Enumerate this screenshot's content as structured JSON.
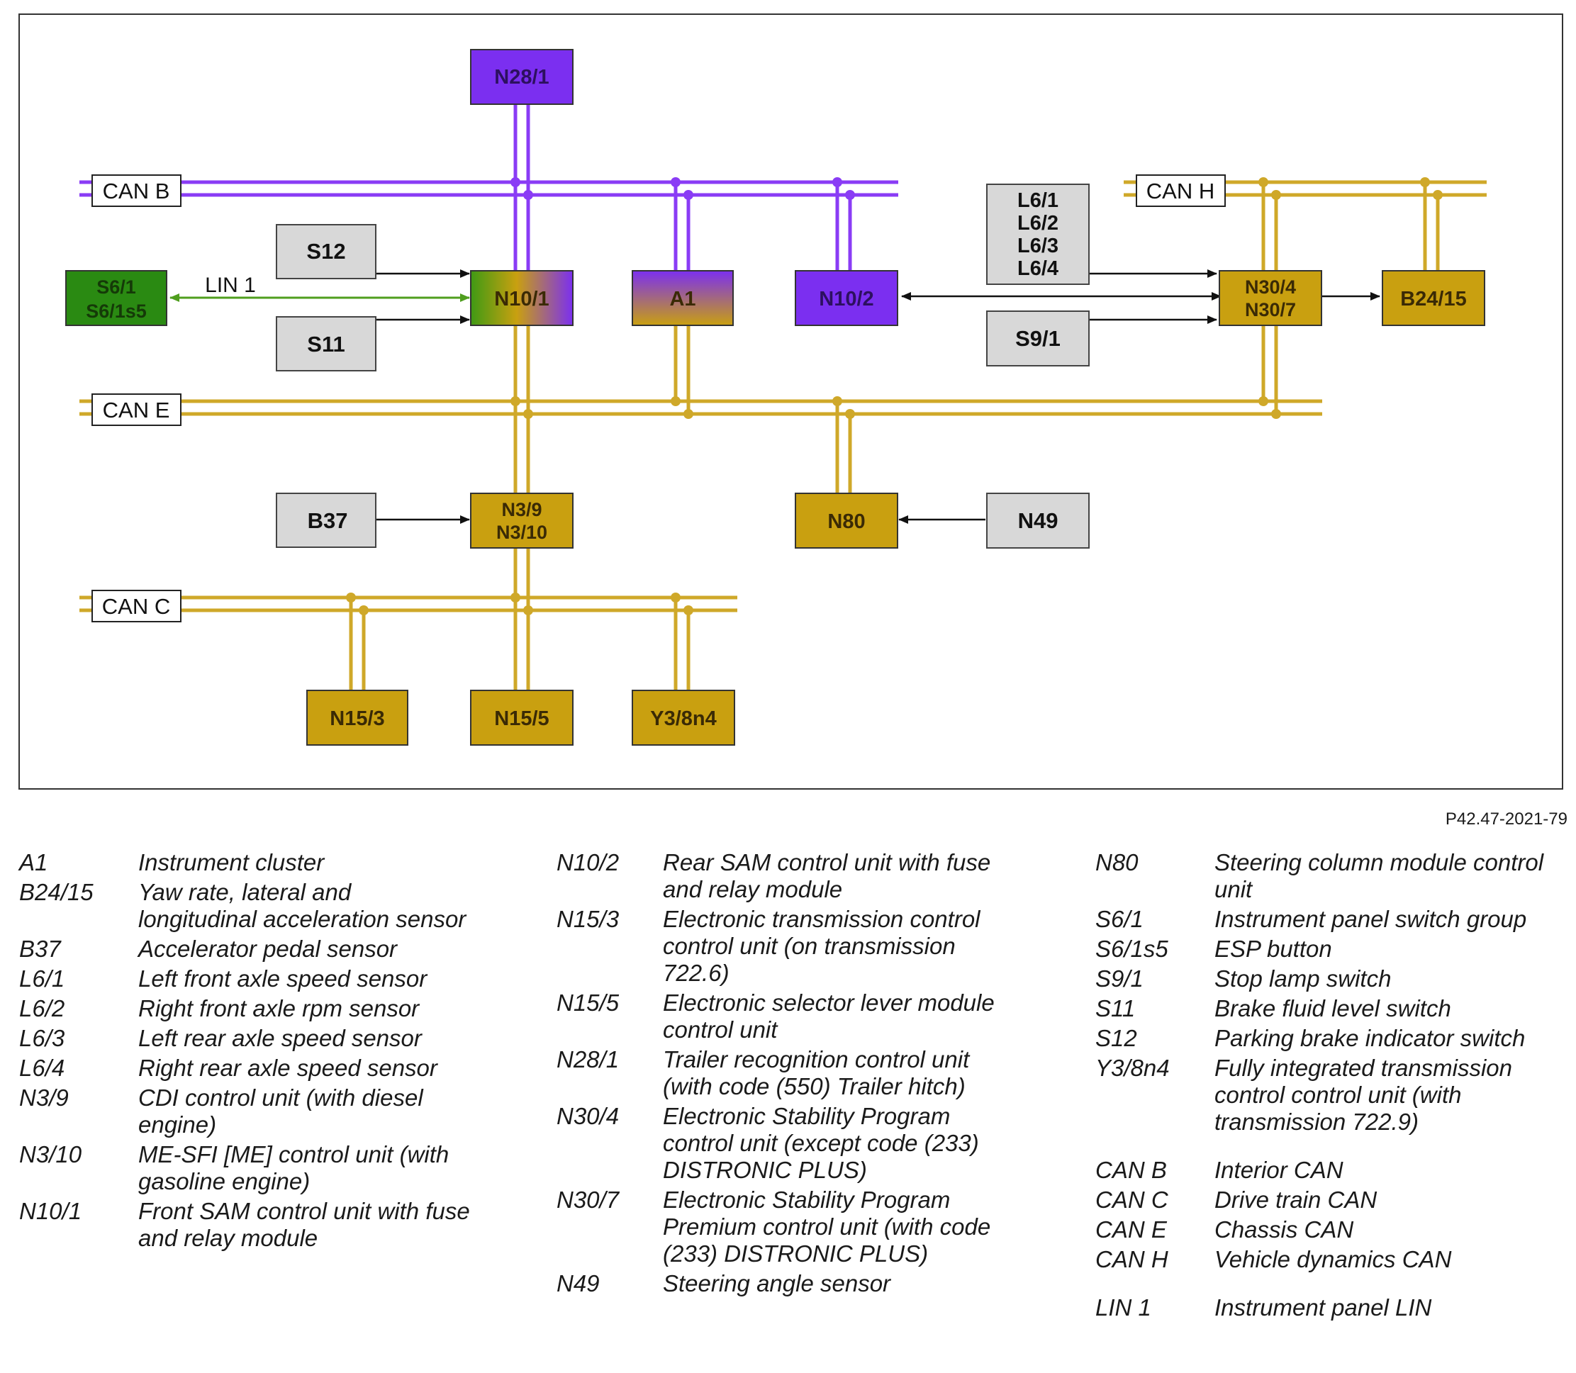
{
  "diagram": {
    "buses": {
      "can_b": "CAN B",
      "can_e": "CAN E",
      "can_c": "CAN C",
      "can_h": "CAN H",
      "lin_1": "LIN 1"
    },
    "nodes": {
      "n28_1": "N28/1",
      "s12": "S12",
      "s11": "S11",
      "s6": [
        "S6/1",
        "S6/1s5"
      ],
      "n10_1": "N10/1",
      "a1": "A1",
      "n10_2": "N10/2",
      "l6": [
        "L6/1",
        "L6/2",
        "L6/3",
        "L6/4"
      ],
      "s9_1": "S9/1",
      "n30": [
        "N30/4",
        "N30/7"
      ],
      "b24_15": "B24/15",
      "b37": "B37",
      "n3": [
        "N3/9",
        "N3/10"
      ],
      "n80": "N80",
      "n49": "N49",
      "n15_3": "N15/3",
      "n15_5": "N15/5",
      "y3_8n4": "Y3/8n4"
    },
    "colors": {
      "violet": "#7b2ff0",
      "gold": "#c9a010",
      "green": "#2a8a12",
      "grey": "#d8d8d8",
      "violet_line": "#8a3cf5",
      "gold_line": "#cfa829",
      "green_line": "#4f9e1e"
    }
  },
  "reference": "P42.47-2021-79",
  "legend": {
    "col1": [
      {
        "code": "A1",
        "desc": "Instrument cluster"
      },
      {
        "code": "B24/15",
        "desc": "Yaw rate, lateral and\nlongitudinal acceleration sensor"
      },
      {
        "code": "B37",
        "desc": "Accelerator pedal sensor"
      },
      {
        "code": "L6/1",
        "desc": "Left front axle speed sensor"
      },
      {
        "code": "L6/2",
        "desc": "Right front axle rpm sensor"
      },
      {
        "code": "L6/3",
        "desc": "Left rear axle speed sensor"
      },
      {
        "code": "L6/4",
        "desc": "Right rear axle speed sensor"
      },
      {
        "code": "N3/9",
        "desc": "CDI control unit (with diesel\nengine)"
      },
      {
        "code": "N3/10",
        "desc": "ME-SFI [ME] control unit (with\ngasoline engine)"
      },
      {
        "code": "N10/1",
        "desc": "Front SAM control unit with fuse\nand relay module"
      }
    ],
    "col2": [
      {
        "code": "N10/2",
        "desc": "Rear SAM control unit with fuse\nand relay module"
      },
      {
        "code": "N15/3",
        "desc": "Electronic transmission control\ncontrol unit (on transmission\n722.6)"
      },
      {
        "code": "N15/5",
        "desc": "Electronic selector lever module\ncontrol unit"
      },
      {
        "code": "N28/1",
        "desc": "Trailer recognition control unit\n(with code (550) Trailer hitch)"
      },
      {
        "code": "N30/4",
        "desc": "Electronic Stability Program\ncontrol unit (except code (233)\nDISTRONIC PLUS)"
      },
      {
        "code": "N30/7",
        "desc": "Electronic Stability Program\nPremium control unit (with code\n(233) DISTRONIC PLUS)"
      },
      {
        "code": "N49",
        "desc": "Steering angle sensor"
      }
    ],
    "col3": [
      {
        "code": "N80",
        "desc": "Steering column module control\nunit"
      },
      {
        "code": "S6/1",
        "desc": "Instrument panel switch group"
      },
      {
        "code": "S6/1s5",
        "desc": "ESP button"
      },
      {
        "code": "S9/1",
        "desc": "Stop lamp switch"
      },
      {
        "code": "S11",
        "desc": "Brake fluid level switch"
      },
      {
        "code": "S12",
        "desc": "Parking brake indicator switch"
      },
      {
        "code": "Y3/8n4",
        "desc": "Fully integrated transmission\ncontrol control unit (with\ntransmission 722.9)"
      }
    ],
    "col3_can": [
      {
        "code": "CAN B",
        "desc": "Interior CAN"
      },
      {
        "code": "CAN C",
        "desc": "Drive train CAN"
      },
      {
        "code": "CAN E",
        "desc": "Chassis CAN"
      },
      {
        "code": "CAN H",
        "desc": "Vehicle dynamics CAN"
      }
    ],
    "col3_lin": [
      {
        "code": "LIN 1",
        "desc": "Instrument panel LIN"
      }
    ]
  }
}
